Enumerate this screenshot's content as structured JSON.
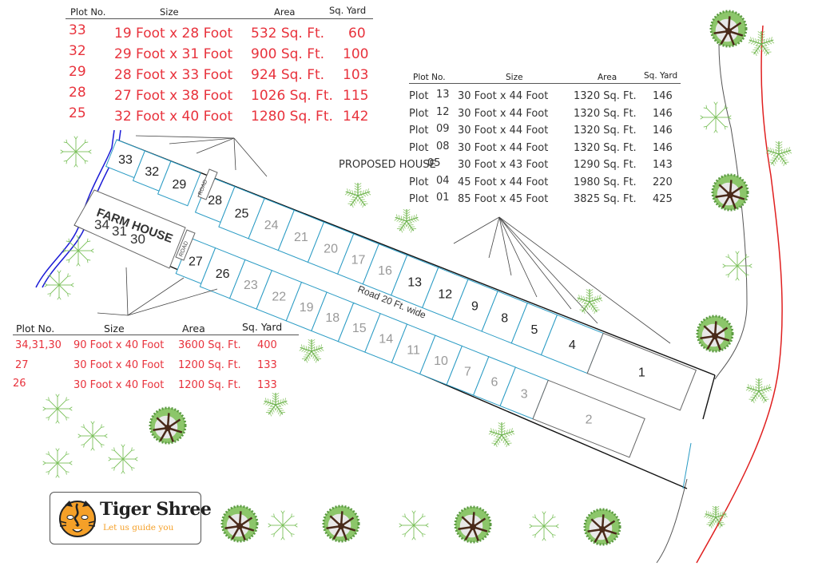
{
  "table_top_left": {
    "headers": [
      "Plot No.",
      "Size",
      "Area",
      "Sq. Yard"
    ],
    "rows": [
      {
        "plot": "33",
        "size": "19 Foot x 28 Foot",
        "area": "532 Sq. Ft.",
        "sq_yard": "60"
      },
      {
        "plot": "32",
        "size": "29 Foot x 31 Foot",
        "area": "900 Sq. Ft.",
        "sq_yard": "100"
      },
      {
        "plot": "29",
        "size": "28 Foot x 33 Foot",
        "area": "924 Sq. Ft.",
        "sq_yard": "103"
      },
      {
        "plot": "28",
        "size": "27 Foot x 38 Foot",
        "area": "1026 Sq. Ft.",
        "sq_yard": "115"
      },
      {
        "plot": "25",
        "size": "32 Foot x 40 Foot",
        "area": "1280 Sq. Ft.",
        "sq_yard": "142"
      }
    ]
  },
  "table_right": {
    "headers": [
      "Plot No.",
      "Size",
      "Area",
      "Sq. Yard"
    ],
    "rows": [
      {
        "prefix": "Plot",
        "plot": "13",
        "size": "30 Foot x 44 Foot",
        "area": "1320 Sq. Ft.",
        "sq_yard": "146"
      },
      {
        "prefix": "Plot",
        "plot": "12",
        "size": "30 Foot x 44 Foot",
        "area": "1320 Sq. Ft.",
        "sq_yard": "146"
      },
      {
        "prefix": "Plot",
        "plot": "09",
        "size": "30 Foot x 44 Foot",
        "area": "1320 Sq. Ft.",
        "sq_yard": "146"
      },
      {
        "prefix": "Plot",
        "plot": "08",
        "size": "30 Foot x 44 Foot",
        "area": "1320 Sq. Ft.",
        "sq_yard": "146"
      },
      {
        "prefix": "PROPOSED HOUSE",
        "plot": "05",
        "size": "30 Foot x 43 Foot",
        "area": "1290 Sq. Ft.",
        "sq_yard": "143"
      },
      {
        "prefix": "Plot",
        "plot": "04",
        "size": "45 Foot x 44 Foot",
        "area": "1980 Sq. Ft.",
        "sq_yard": "220"
      },
      {
        "prefix": "Plot",
        "plot": "01",
        "size": "85 Foot x 45 Foot",
        "area": "3825 Sq. Ft.",
        "sq_yard": "425"
      }
    ]
  },
  "table_bottom_left": {
    "headers": [
      "Plot No.",
      "Size",
      "Area",
      "Sq. Yard"
    ],
    "rows": [
      {
        "plot": "34,31,30",
        "size": "90 Foot x 40 Foot",
        "area": "3600 Sq. Ft.",
        "sq_yard": "400"
      },
      {
        "plot": "27",
        "size": "30 Foot x 40 Foot",
        "area": "1200 Sq. Ft.",
        "sq_yard": "133"
      },
      {
        "plot": "26",
        "size": "30 Foot x 40 Foot",
        "area": "1200 Sq. Ft.",
        "sq_yard": "133"
      }
    ]
  },
  "map": {
    "farm_house_label": "FARM HOUSE",
    "farm_house_plots": [
      "34",
      "31",
      "30"
    ],
    "road_label_small": "ROAD",
    "main_road_label": "Road 20 Ft. wide",
    "plots_top_row_dark": [
      "33",
      "32",
      "29",
      "28",
      "25",
      "13",
      "12",
      "9",
      "8",
      "5",
      "4",
      "1"
    ],
    "plots_top_row_grey": [
      "24",
      "21",
      "20",
      "17",
      "16"
    ],
    "plots_bottom_row_dark": [
      "27",
      "26"
    ],
    "plots_bottom_row_grey": [
      "23",
      "22",
      "19",
      "18",
      "15",
      "14",
      "11",
      "10",
      "7",
      "6",
      "3",
      "2"
    ]
  },
  "colors": {
    "plot_border": "#2a9bc4",
    "boundary": "#111111",
    "canal": "#1a1ad6",
    "river": "#e02020",
    "table_red": "#e8323c",
    "tree_green": "#6ab04c",
    "tree_trunk": "#4a2a1a",
    "logo_orange": "#f5a028"
  },
  "logo": {
    "name": "Tiger Shree",
    "tagline": "Let us guide you"
  }
}
